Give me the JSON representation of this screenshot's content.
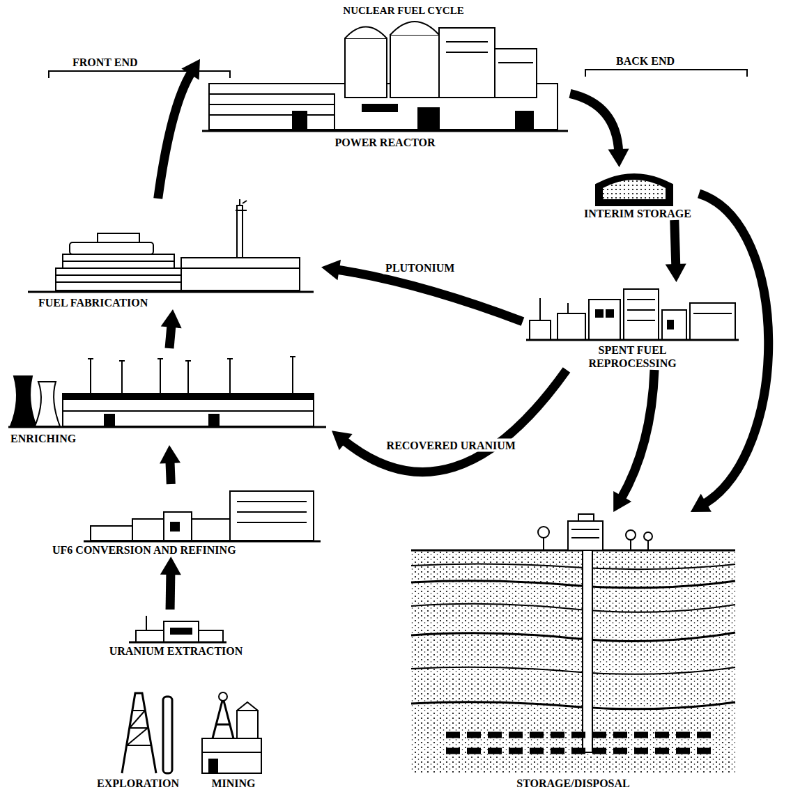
{
  "diagram": {
    "title": "NUCLEAR FUEL CYCLE",
    "nodes": [
      {
        "text": [
          "POWER REACTOR"
        ]
      },
      {
        "text": [
          "INTERIM STORAGE"
        ]
      },
      {
        "text": [
          "SPENT FUEL REPROCESSING"
        ]
      },
      {
        "text": [
          "FUEL FABRICATION"
        ]
      },
      {
        "text": [
          "ENRICHING"
        ]
      },
      {
        "text": [
          "UF6 CONVERSION AND REFINING"
        ]
      },
      {
        "text": [
          "URANIUM EXTRACTION"
        ]
      },
      {
        "text": [
          "EXPLORATION"
        ]
      },
      {
        "text": [
          "MINING"
        ]
      },
      {
        "text": [
          "STORAGE/DISPOSAL"
        ]
      }
    ],
    "edges": [
      {
        "from": 0,
        "to": 1,
        "arrow": "to"
      },
      {
        "from": 1,
        "to": 2,
        "arrow": "to"
      },
      {
        "from": 1,
        "to": 9,
        "arrow": "to"
      },
      {
        "from": 2,
        "to": 3,
        "label": "PLUTONIUM",
        "arrow": "to"
      },
      {
        "from": 2,
        "to": 4,
        "label": "RECOVERED URANIUM",
        "arrow": "to"
      },
      {
        "from": 2,
        "to": 9,
        "arrow": "to"
      },
      {
        "from": 3,
        "to": 0,
        "arrow": "to"
      },
      {
        "from": 4,
        "to": 3,
        "arrow": "to"
      },
      {
        "from": 5,
        "to": 4,
        "arrow": "to"
      },
      {
        "from": 6,
        "to": 5,
        "arrow": "to"
      }
    ],
    "labels": [
      "FRONT END",
      "BACK END"
    ]
  }
}
